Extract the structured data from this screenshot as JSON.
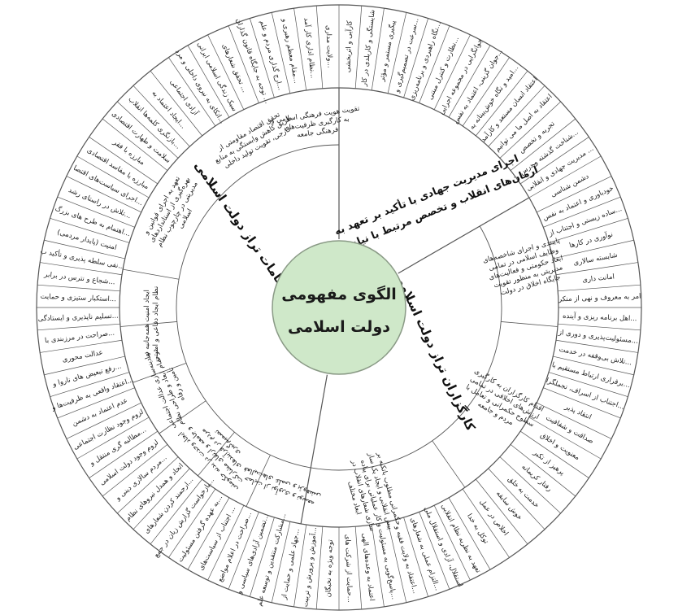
{
  "center": {
    "line1": "الگوی مفهومی",
    "line2": "دولت اسلامی",
    "fill": "#cfe8c9"
  },
  "colors": {
    "ring": "#ffffff",
    "stroke": "#555555",
    "center_stroke": "#8a9a86"
  },
  "sections": [
    {
      "title": "ساختار و نظامات تراز دولت اسلامی",
      "subs": [
        "تحقق اقتصاد مقاومتی از طریق کاهش وابستگی به منابع خارجی، تقویت تولید داخلی",
        "تقویت هویت فرهنگی اسلامی و به کارگیری ظرفیت‌های فرهنگی جامعه",
        "تعهد به اجرای قوانین و بهره‌گیری از استانداردهای مدیریتی در چارچوب نظام اسلامی",
        "ایجاد امنیت همه‌جانبه در نظام ایجاد دفاعی و امنیتی",
        "نهادینه‌سازی عدالت اجتماعی در تمام ابعاد و طراحی نظام تأمین و رفاه",
        "ایجاد وحدت در بدنه حکومتی و جامعه و ارتقای مشارکت مردم در فرآیندهای تصمیم‌گیری",
        "حمایت از نوآوری و توسعه فعالیت‌های علمی و پژوهشی"
      ]
    },
    {
      "title": "اجرای مدیریت جهادی با تأکید بر تعهد به آرمان‌های انقلاب و تخصص مرتبط با نیازهای کشور",
      "subs": []
    },
    {
      "title": "کارگزاران تراز دولت اسلامی",
      "subs": [
        "پایبندی و اجرای شاخصه‌های وظایف اسلامی در تمامی ابعاد حکومتی و فعالیت‌های مدیریتی به منظور تقویت جایگاه اخلاق در دولت اسلامی",
        "اقدام کارگزاران به کارگیری ارزش‌های اخلاقی در تمامی سطوح حکمرانی و تعامل با مردم و جامعه",
        "حکمرانی مطلوب باتکیه بر پیش انقلابی و ایجاد یک ساز و کار عملیاتی برای پیاده سازی شعارهای انقلاب در ابعاد مختلف"
      ]
    }
  ],
  "outer_items": [
    "کارآیی و اثربخشی",
    "شایستگی و کاربلدی در کار",
    "پیگیری مستمر و مؤثر",
    "سرعت در تصمیم‌گیری و...",
    "نگاه راهبردی و برنامه‌ریزی...",
    "نظارت و کنترل مبتنی...",
    "جوانگرایی در مجموعه اجرایی",
    "جوان گزینی، اعتماد به نفس...",
    "امید و نگاه خوش‌بینانه به...",
    "اعتقاد انسان مستعد و کارآمد",
    "اعتقاد به اصل ما می توانیم",
    "تجربه و تخصص",
    "شناخت گذشته و درس...",
    "مدیریت جهادی و انقلابی ...",
    "دشمن شناسی",
    "خودباوری و اعتماد به نفس",
    "ساده زیستی و اجتناب از...",
    "نوآوری در کارها",
    "شایسته سالاری",
    "امانت داری",
    "امر به معروف و نهی از منکر",
    "اهل برنامه ریزی و آینده...",
    "مسئولیت‌پذیری و دوری از...",
    "تلاش بی‌وقفه در خدمت...",
    "برقراری ارتباط مستقیم با...",
    "اجتناب از اسراف، تجملگرا...",
    "انتقاد پذیر",
    "صداقت و شفافیت",
    "معنویت و اخلاق",
    "پرهیز از تکبر",
    "رفتار کریمانه",
    "خدمت به خلق",
    "خوش سابقه",
    "اخلاص در عمل",
    "توکل به خدا",
    "تعهد به نظریه نظام انقلابی",
    "استقلال، آزادی و استقلال ملی",
    "التزام عملی به شعارهای...",
    "اعتقاد به ولایت فقیه و...",
    "پاسخ‌گویی به مسئولیت...",
    "اعتماد به وعده‌های الهی",
    "حمایت از شرکت های...",
    "توجه ویژه به نخبگان",
    "آموزش و پرورش و تربیت...",
    "جهاد علمی و حمایت از...",
    "مشارکت منتقدین و توسعه علم...",
    "تضمین آزادی‌های سیاسی و...",
    "صراحت در اعلام مواضع...",
    "اجتناب از سیاست‌های ...",
    "به عهده گرفتن مسئولیت...",
    "بازخواست گزارش زبان در جمع...",
    "ارجمند کردن شعارهای...",
    "اتحاد و همدل نیروهای نظام",
    "مردم سالاری دینی و...",
    "لزوم وجود دولت اسلامی",
    "مطالبه گری منتقل و...",
    "لزوم وجود نظارت اجتماعی",
    "عدم اعتماد به دشمن",
    "اعتقاد واقعی به ظرفیت‌ها و...",
    "رفع تبعیض های ناروا و...",
    "عدالت محوری",
    "صراحت در مرزبندی با...",
    "تسلیم ناپذیری و ایستادگی...",
    "استکبار ستیزی و حمایت...",
    "شجاع و نترس در برابر...",
    "نفی سلطه پذیری و تأکید ب...",
    "امنیت (پایدار مردمی)",
    "اهتمام به طرح های بزرگ...",
    "تلاش در راستای رشد...",
    "اجرای سیاست‌های اقتصا...",
    "مبارزه با مفاسد اقتصادی",
    "مبارزه با فقر",
    "سلامت و طهارت اقتصادی",
    "بازنگری کلمه‌ها انقلاب...",
    "ایجاد اعتماد به...",
    "آزادی اجتماعی",
    "اتکای به نیروی داخلی و مرد...",
    "سبک زندگی اسلامی ایرانی",
    "تحقق شعارهای ...",
    "توجه به جایگاه قانون گذاران ...",
    "ارج گذاری مردم و علم...",
    "مقام معظم رهبری و...",
    "نظام اداری کار آمد...",
    "ولایت مداری..."
  ]
}
